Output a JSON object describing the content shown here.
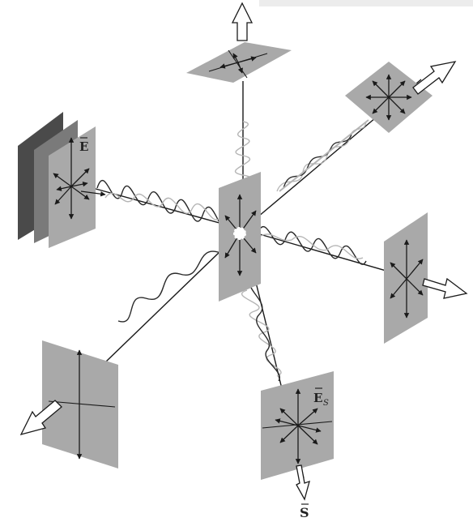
{
  "labels": {
    "incident_field": "E",
    "scattered_field": "E",
    "scattered_field_sub": "S",
    "poynting_vector": "S"
  },
  "colors": {
    "plate": "#a9a9a9",
    "plate_dark": "#4a4a4a",
    "plate_mid": "#7a7a7a",
    "wave_dark": "#2a2a2a",
    "wave_light": "#bcbcbc"
  }
}
